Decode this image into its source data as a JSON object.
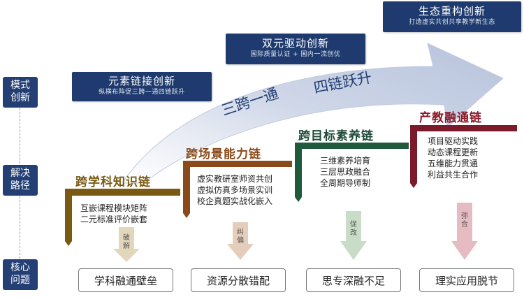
{
  "side_labels": {
    "mode": "模式\n创新",
    "path": "解决\n路径",
    "issue": "核心\n问题"
  },
  "big_arrow_text": {
    "left": "三跨一通",
    "right": "四链跃升"
  },
  "banners": {
    "b1": {
      "title": "元素链接创新",
      "subtitle": "纵横布阵促三跨一通四链跃升"
    },
    "b2": {
      "title": "双元驱动创新",
      "subtitle": "国际质量认证 + 国内一流创优"
    },
    "b3": {
      "title": "生态重构创新",
      "subtitle": "打造虚实共创共享教学新生态"
    }
  },
  "chains": [
    {
      "title": "跨学科知识链",
      "lines": [
        "互嵌课程模块矩阵",
        "二元标准评价嵌套"
      ],
      "action": "破\n解",
      "problem": "学科融通壁垒",
      "color": "#7a5a12",
      "title_color": "#7a5a12"
    },
    {
      "title": "跨场景能力链",
      "lines": [
        "虚实教研室师资共创",
        "虚拟仿真多场景实训",
        "校企真题实战化嵌入"
      ],
      "action": "纠\n偏",
      "problem": "资源分散错配",
      "color": "#8a4a1a",
      "title_color": "#8a4a1a"
    },
    {
      "title": "跨目标素养链",
      "lines": [
        "三维素养培育",
        "三层思政融合",
        "全周期导师制"
      ],
      "action": "促\n改",
      "problem": "思专深融不足",
      "color": "#1f5a3c",
      "title_color": "#1f4a3a"
    },
    {
      "title": "产教融通链",
      "lines": [
        "项目驱动实践",
        "动态课程更新",
        "五维能力贯通",
        "利益共生合作"
      ],
      "action": "弥\n合",
      "problem": "理实应用脱节",
      "color": "#7a1a2a",
      "title_color": "#8a1a2a"
    }
  ]
}
